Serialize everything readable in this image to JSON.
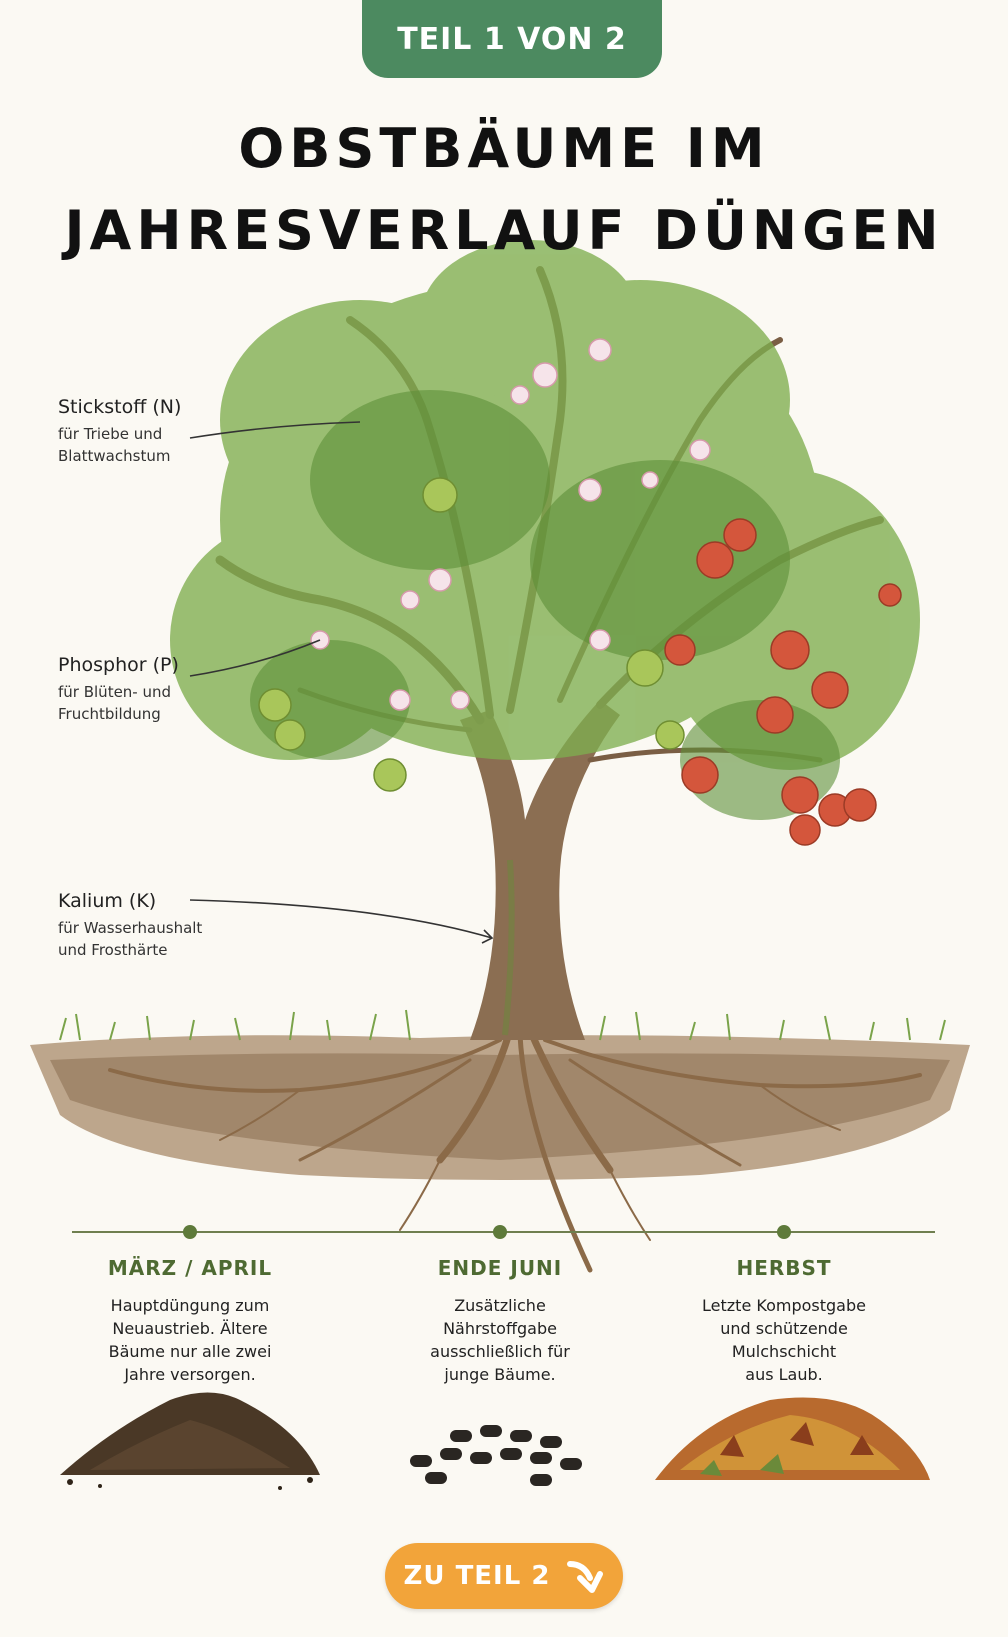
{
  "badge": "TEIL 1 VON 2",
  "title": {
    "line1": "OBSTBÄUME IM",
    "line2": "JAHRESVERLAUF DÜNGEN"
  },
  "nutrients": [
    {
      "name": "Stickstoff (N)",
      "desc1": "für Triebe und",
      "desc2": "Blattwachstum"
    },
    {
      "name": "Phosphor (P)",
      "desc1": "für Blüten- und",
      "desc2": "Fruchtbildung"
    },
    {
      "name": "Kalium (K)",
      "desc1": "für Wasserhaushalt",
      "desc2": "und Frosthärte"
    }
  ],
  "seasons": [
    {
      "name": "MÄRZ / APRIL",
      "lines": [
        "Hauptdüngung zum",
        "Neuaustrieb. Ältere",
        "Bäume nur alle zwei",
        "Jahre versorgen."
      ]
    },
    {
      "name": "ENDE JUNI",
      "lines": [
        "Zusätzliche",
        "Nährstoffgabe",
        "ausschließlich für",
        "junge Bäume."
      ]
    },
    {
      "name": "HERBST",
      "lines": [
        "Letzte Kompostgabe",
        "und schützende",
        "Mulchschicht",
        "aus Laub."
      ]
    }
  ],
  "cta": {
    "label": "ZU TEIL 2",
    "icon": "arrow-down-right-icon"
  },
  "colors": {
    "badge": "#4c8a60",
    "season": "#4e6a32",
    "cta": "#f2a43a",
    "background": "#fbf9f3"
  }
}
